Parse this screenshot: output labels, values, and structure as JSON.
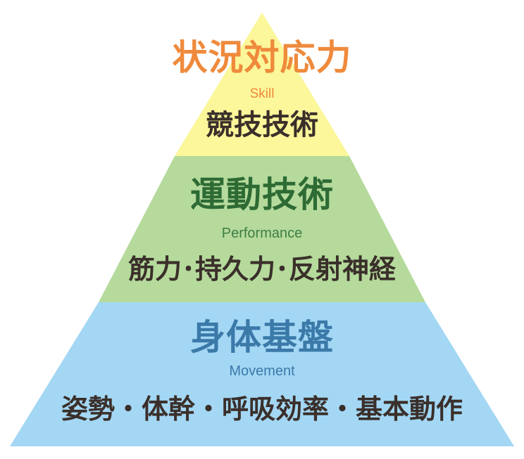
{
  "tiers": [
    {
      "heading": "状況対応力",
      "subtitle_en": "Skill",
      "body": "競技技術",
      "fill": "#fbf79a",
      "heading_color": "#ef8a3c",
      "subtitle_color": "#ef8a3c"
    },
    {
      "heading": "運動技術",
      "subtitle_en": "Performance",
      "body": "筋力･持久力･反射神経",
      "fill": "#b5da9c",
      "heading_color": "#2e6b34",
      "subtitle_color": "#3f7f45"
    },
    {
      "heading": "身体基盤",
      "subtitle_en": "Movement",
      "body": "姿勢・体幹・呼吸効率・基本動作",
      "fill": "#a3d7f4",
      "heading_color": "#3b79a9",
      "subtitle_color": "#3b79a9"
    }
  ],
  "body_text_color": "#3a2f2a"
}
